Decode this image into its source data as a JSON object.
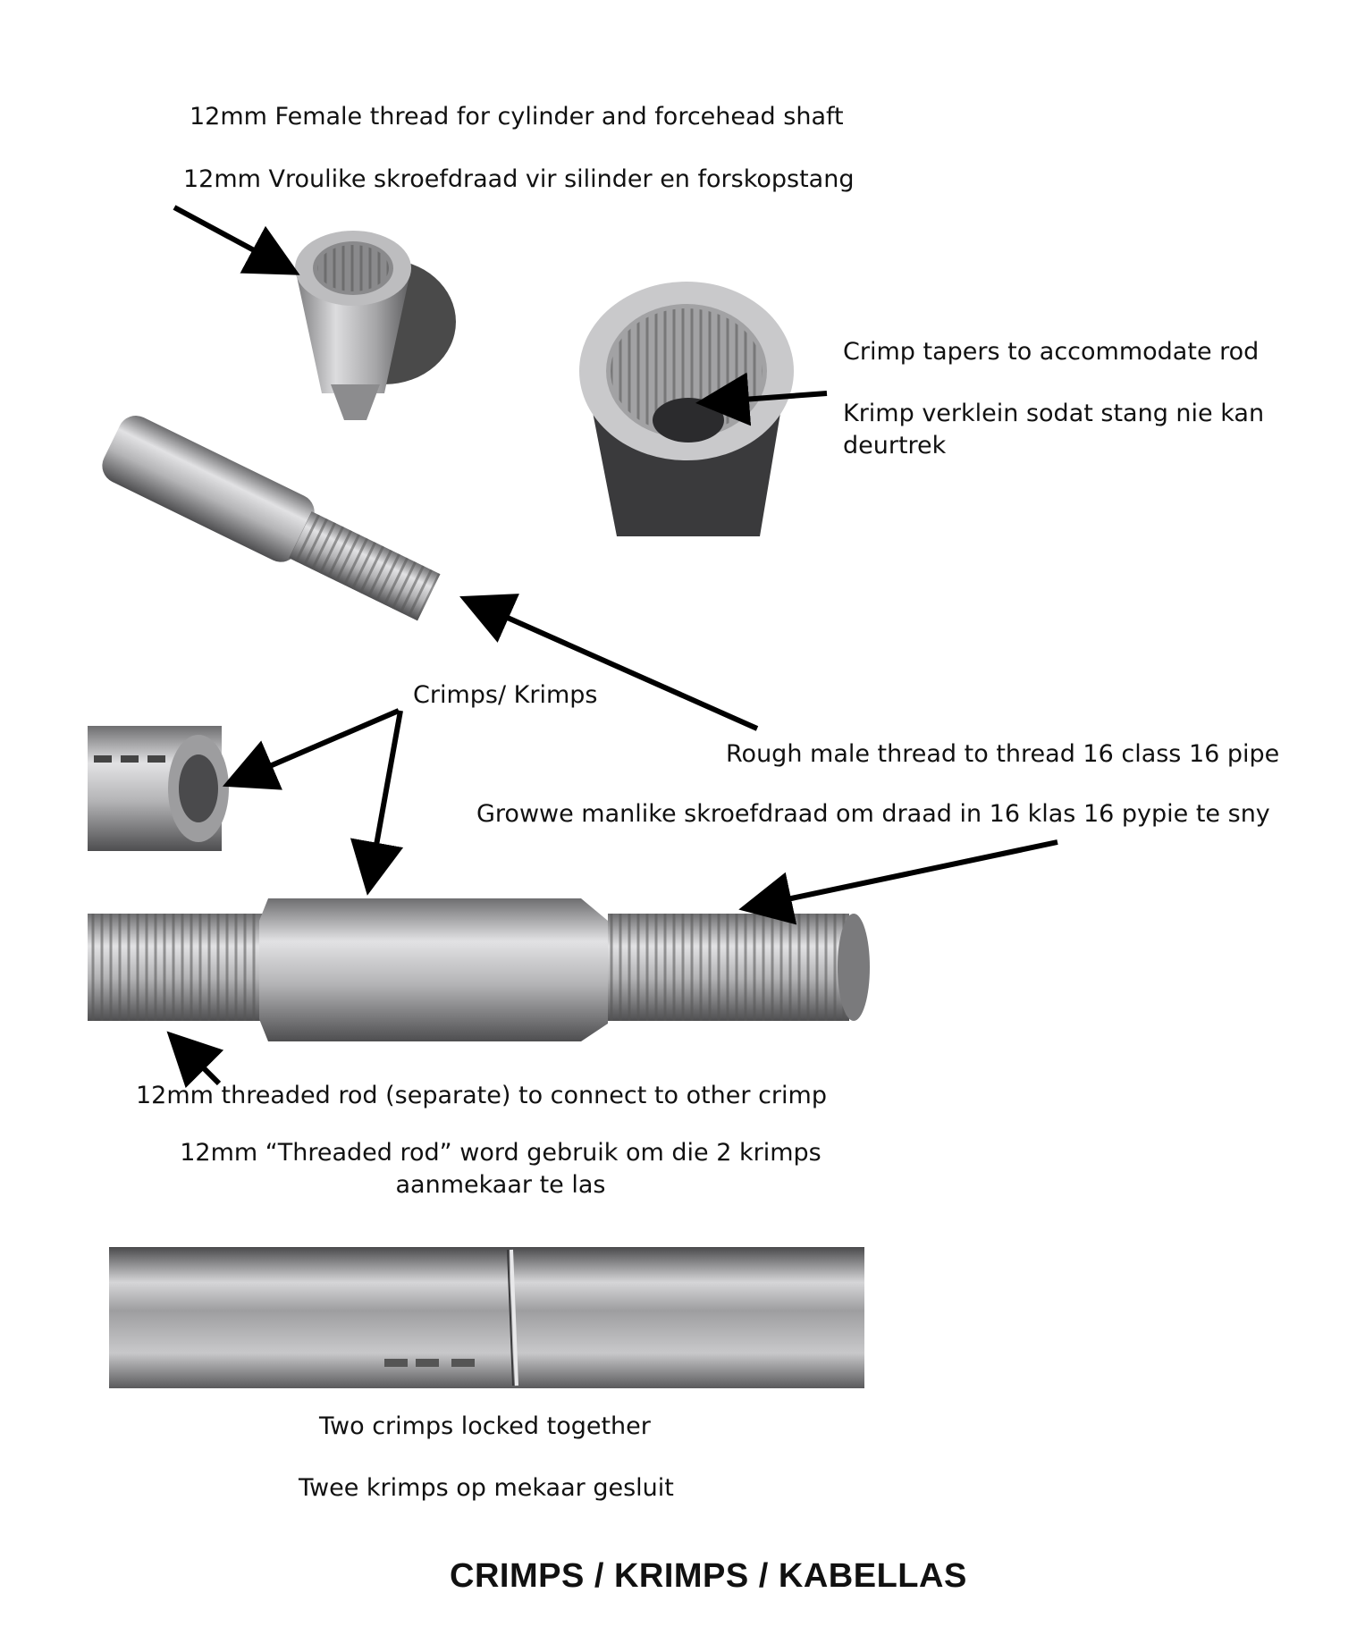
{
  "captions": {
    "female_en": "12mm Female thread for cylinder and forcehead shaft",
    "female_af": "12mm Vroulike skroefdraad vir silinder en forskopstang",
    "taper_en": "Crimp tapers to accommodate rod",
    "taper_af": "Krimp verklein sodat stang nie kan deurtrek",
    "crimps_label": "Crimps/ Krimps",
    "male_en": "Rough male thread to thread 16 class 16 pipe",
    "male_af": "Growwe manlike skroefdraad om draad in 16 klas 16 pypie te sny",
    "rod_en": "12mm threaded rod (separate) to connect to other crimp",
    "rod_af": "12mm “Threaded rod” word gebruik om die 2 krimps aanmekaar te las",
    "locked_en": "Two crimps locked together",
    "locked_af": "Twee krimps op mekaar gesluit"
  },
  "page_title": "CRIMPS / KRIMPS / KABELLAS",
  "colors": {
    "metal_light": "#d9d9db",
    "metal_mid": "#a9a9ab",
    "metal_dark": "#5f5f61",
    "shadow": "#1a1a1a",
    "arrow": "#000000"
  }
}
